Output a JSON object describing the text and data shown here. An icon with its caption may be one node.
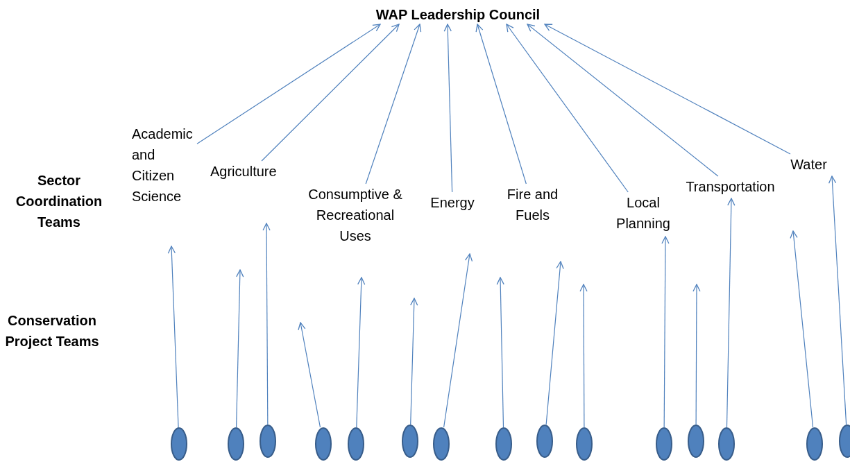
{
  "diagram": {
    "nodes": [
      {
        "text": [
          "WAP Leadership Council"
        ]
      },
      {
        "text": [
          "Academic and Citizen Science"
        ]
      },
      {
        "text": [
          "Agriculture"
        ]
      },
      {
        "text": [
          "Consumptive & Recreational Uses"
        ]
      },
      {
        "text": [
          "Energy"
        ]
      },
      {
        "text": [
          "Fire and Fuels"
        ]
      },
      {
        "text": [
          "Local Planning"
        ]
      },
      {
        "text": [
          "Transportation"
        ]
      },
      {
        "text": [
          "Water"
        ]
      },
      {
        "text": [],
        "shape": "ellipse"
      },
      {
        "text": [],
        "shape": "ellipse"
      },
      {
        "text": [],
        "shape": "ellipse"
      },
      {
        "text": [],
        "shape": "ellipse"
      },
      {
        "text": [],
        "shape": "ellipse"
      },
      {
        "text": [],
        "shape": "ellipse"
      },
      {
        "text": [],
        "shape": "ellipse"
      },
      {
        "text": [],
        "shape": "ellipse"
      },
      {
        "text": [],
        "shape": "ellipse"
      },
      {
        "text": [],
        "shape": "ellipse"
      },
      {
        "text": [],
        "shape": "ellipse"
      },
      {
        "text": [],
        "shape": "ellipse"
      },
      {
        "text": [],
        "shape": "ellipse"
      },
      {
        "text": [],
        "shape": "ellipse"
      },
      {
        "text": [],
        "shape": "ellipse"
      }
    ],
    "edges": [
      {
        "from": 1,
        "to": 0,
        "arrow": "to"
      },
      {
        "from": 2,
        "to": 0,
        "arrow": "to"
      },
      {
        "from": 3,
        "to": 0,
        "arrow": "to"
      },
      {
        "from": 4,
        "to": 0,
        "arrow": "to"
      },
      {
        "from": 5,
        "to": 0,
        "arrow": "to"
      },
      {
        "from": 6,
        "to": 0,
        "arrow": "to"
      },
      {
        "from": 7,
        "to": 0,
        "arrow": "to"
      },
      {
        "from": 8,
        "to": 0,
        "arrow": "to"
      },
      {
        "from": 9,
        "to": null,
        "arrow": "to"
      },
      {
        "from": 10,
        "to": null,
        "arrow": "to"
      },
      {
        "from": 11,
        "to": null,
        "arrow": "to"
      },
      {
        "from": 12,
        "to": null,
        "arrow": "to"
      },
      {
        "from": 13,
        "to": null,
        "arrow": "to"
      },
      {
        "from": 14,
        "to": null,
        "arrow": "to"
      },
      {
        "from": 15,
        "to": null,
        "arrow": "to"
      },
      {
        "from": 16,
        "to": null,
        "arrow": "to"
      },
      {
        "from": 17,
        "to": null,
        "arrow": "to"
      },
      {
        "from": 18,
        "to": null,
        "arrow": "to"
      },
      {
        "from": 19,
        "to": 6,
        "arrow": "to"
      },
      {
        "from": 20,
        "to": null,
        "arrow": "to"
      },
      {
        "from": 21,
        "to": 7,
        "arrow": "to"
      },
      {
        "from": 22,
        "to": null,
        "arrow": "to"
      },
      {
        "from": 23,
        "to": 8,
        "arrow": "to"
      }
    ],
    "labels": [
      "Sector Coordination Teams",
      "Conservation Project Teams"
    ]
  }
}
